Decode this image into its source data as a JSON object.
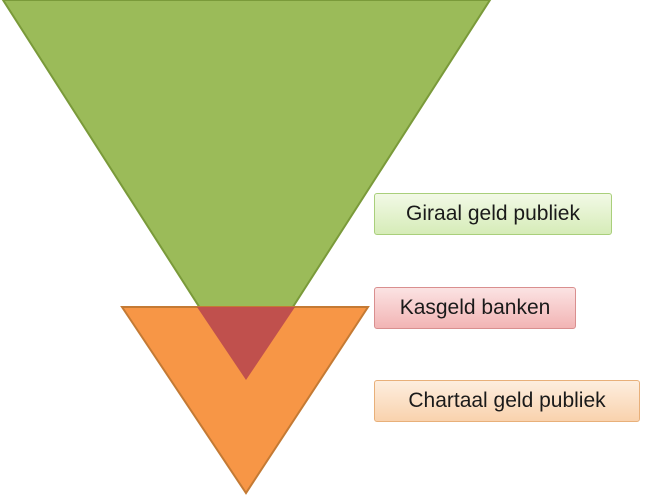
{
  "diagram": {
    "labels": {
      "giraal": "Giraal geld publiek",
      "kasgeld": "Kasgeld banken",
      "chartaal": "Chartaal geld publiek"
    },
    "colors": {
      "green_fill": "#9bbb59",
      "green_stroke": "#7a9a3a",
      "orange_fill": "#f79646",
      "orange_stroke": "#c47a34",
      "overlap_fill": "#c0504d"
    }
  }
}
